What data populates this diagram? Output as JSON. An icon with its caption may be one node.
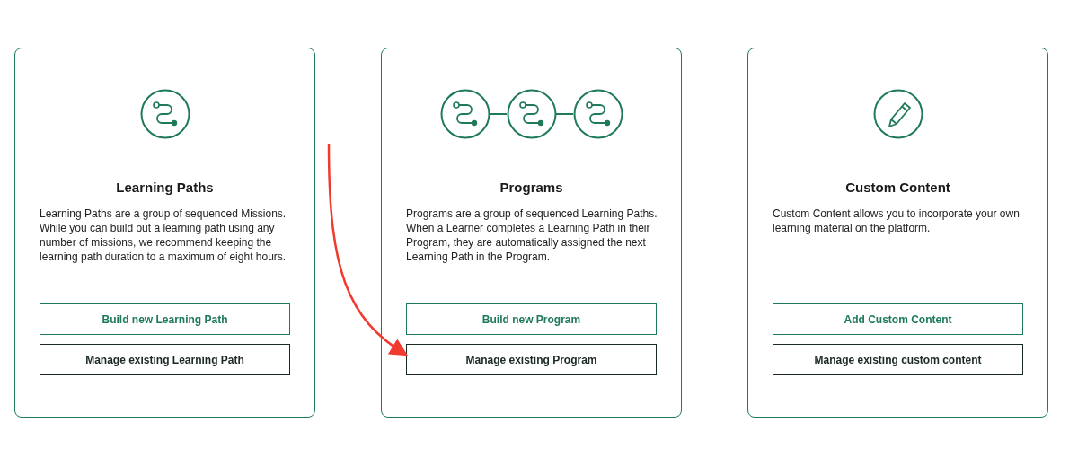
{
  "diagram": {
    "nodes": [
      {
        "text": [
          "Learning Paths",
          "Learning Paths are a group of sequenced Missions. While you can build out a learning path using any number of missions, we recommend keeping the learning path duration to a maximum of eight hours."
        ]
      },
      {
        "text": [
          "Build new Learning Path"
        ],
        "in": 0
      },
      {
        "text": [
          "Manage existing Learning Path"
        ],
        "in": 0
      },
      {
        "text": [
          "Programs",
          "Programs are a group of sequenced Learning Paths. When a Learner completes a Learning Path in their Program, they are automatically assigned the next Learning Path in the Program."
        ]
      },
      {
        "text": [
          "Build new Program"
        ],
        "in": 3
      },
      {
        "text": [
          "Manage existing Program"
        ],
        "in": 3
      },
      {
        "text": [
          "Custom Content",
          "Custom Content allows you to incorporate your own learning material on the platform."
        ]
      },
      {
        "text": [
          "Add Custom Content"
        ],
        "in": 6
      },
      {
        "text": [
          "Manage existing custom content"
        ],
        "in": 6
      }
    ],
    "edges": [
      {
        "from": null,
        "to": 5,
        "arrow": "to",
        "color": "#f03a2e"
      }
    ]
  }
}
